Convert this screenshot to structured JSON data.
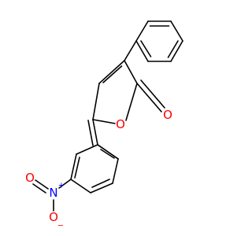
{
  "molecule": {
    "atoms": {
      "carbonyl_oxygen": {
        "symbol": "O",
        "color": "#ff0000"
      },
      "ring_oxygen": {
        "symbol": "O",
        "color": "#ff0000"
      },
      "nitro_nitrogen": {
        "symbol": "N",
        "charge": "+",
        "color": "#0000ff"
      },
      "nitro_oxygen_top": {
        "symbol": "O",
        "color": "#ff0000"
      },
      "nitro_oxygen_bottom": {
        "symbol": "O",
        "charge": "−",
        "color": "#ff0000"
      }
    },
    "bond_color": "#000000"
  }
}
